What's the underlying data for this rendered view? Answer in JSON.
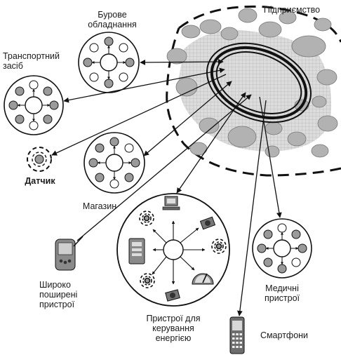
{
  "labels": {
    "enterprise": "Підприємство",
    "drilling": "Бурове\nобладнання",
    "vehicle": "Транспортний\nзасіб",
    "sensor": "Датчик",
    "store": "Магазин",
    "widespread": "Широко\nпоширені\nпристрої",
    "energy": "Пристрої для\nкерування\nенергією",
    "medical": "Медичні\nпристрої",
    "smartphones": "Смартфони"
  },
  "colors": {
    "node_fill": "#9a9a9a",
    "cloud_fill": "#c8c8c8",
    "blob_fill": "#b0b0b0",
    "line": "#111111"
  },
  "icons": [
    "pda-icon",
    "phone-icon",
    "computer-icon",
    "camera-icon",
    "meter-icon",
    "gauge-icon",
    "sensor-icon"
  ]
}
